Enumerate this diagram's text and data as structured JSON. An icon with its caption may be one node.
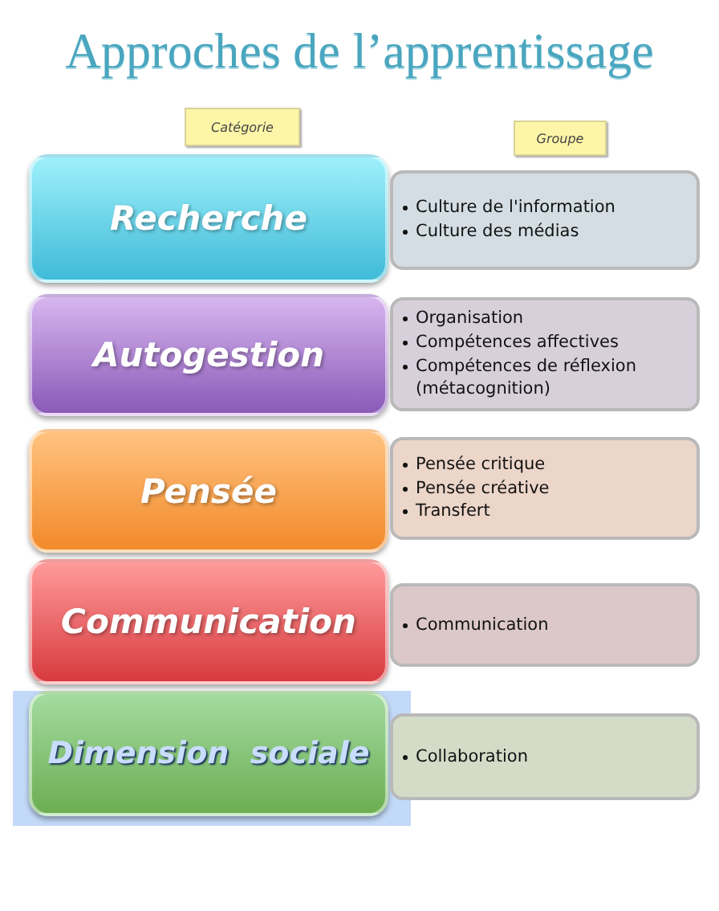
{
  "diagram": {
    "title": "Approches de l’apprentissage",
    "nodes": [
      {
        "text": [
          "Catégorie"
        ]
      },
      {
        "text": [
          "Groupe"
        ]
      },
      {
        "text": [
          "Recherche"
        ]
      },
      {
        "text": [
          "Culture de l'information",
          "Culture des médias"
        ]
      },
      {
        "text": [
          "Autogestion"
        ]
      },
      {
        "text": [
          "Organisation",
          "Compétences affectives",
          "Compétences de réflexion (métacognition)"
        ]
      },
      {
        "text": [
          "Pensée"
        ]
      },
      {
        "text": [
          "Pensée critique",
          "Pensée créative",
          "Transfert"
        ]
      },
      {
        "text": [
          "Communication"
        ]
      },
      {
        "text": [
          "Communication"
        ]
      },
      {
        "text": [
          "Dimension  sociale"
        ]
      },
      {
        "text": [
          "Collaboration"
        ]
      }
    ]
  }
}
